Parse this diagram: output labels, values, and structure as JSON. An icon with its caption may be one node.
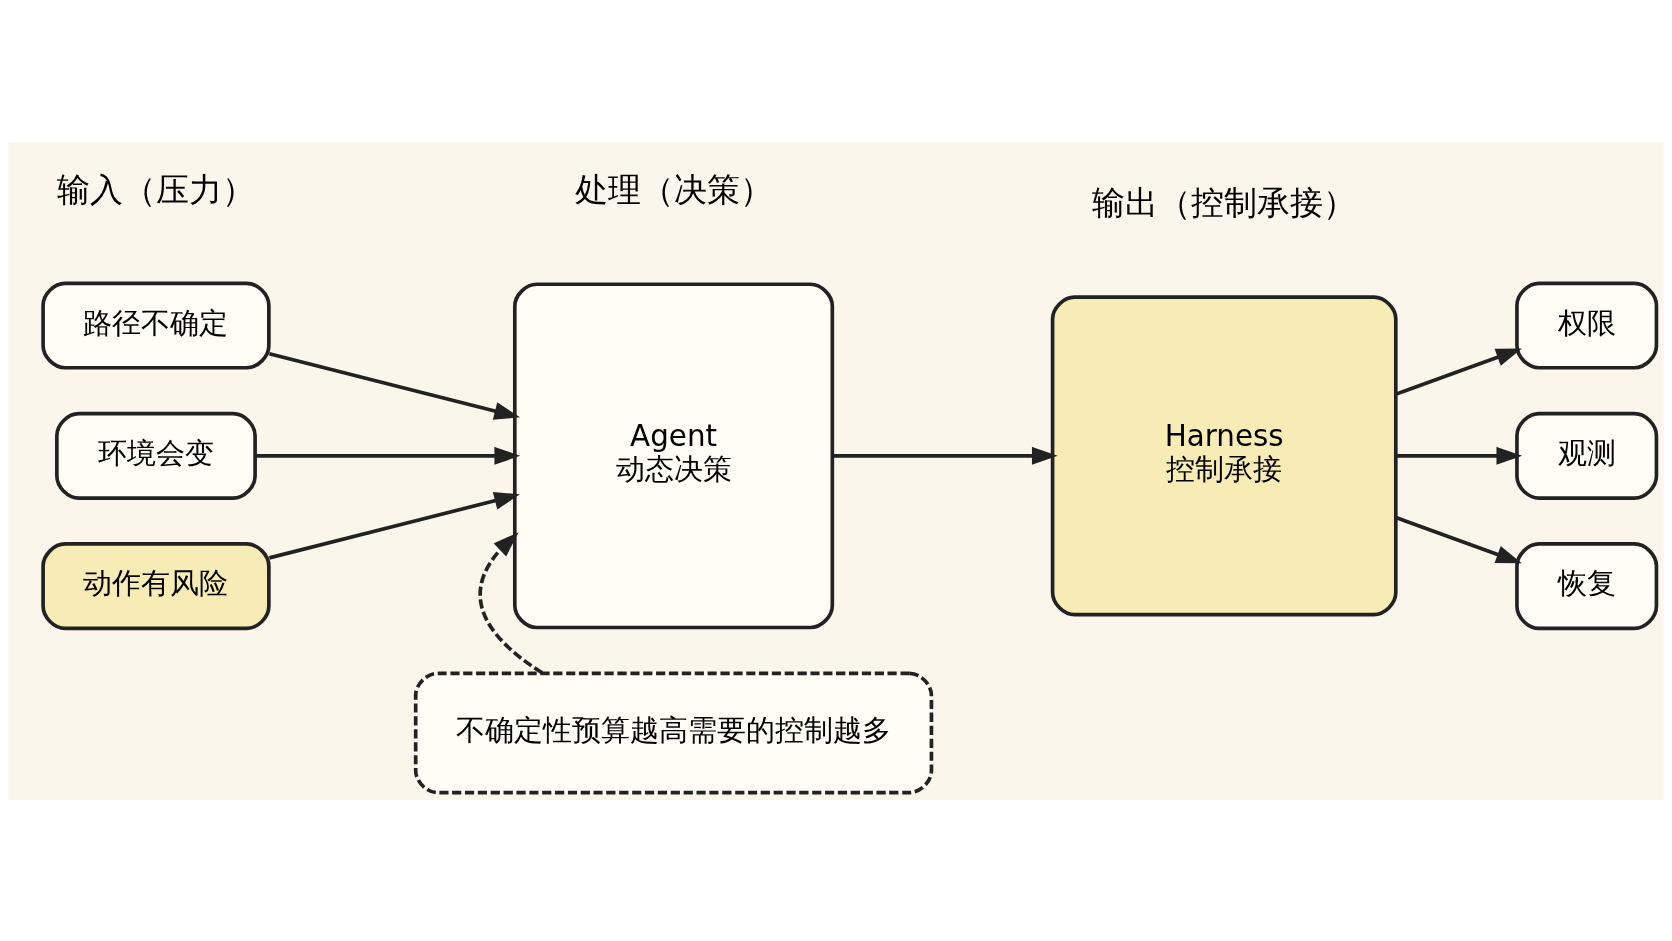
{
  "diagram": {
    "nodes": [
      {
        "text": [
          "路径不确定"
        ]
      },
      {
        "text": [
          "环境会变"
        ]
      },
      {
        "text": [
          "动作有风险"
        ]
      },
      {
        "text": [
          "Agent",
          "动态决策"
        ]
      },
      {
        "text": [
          "Harness",
          "控制承接"
        ]
      },
      {
        "text": [
          "权限"
        ]
      },
      {
        "text": [
          "观测"
        ]
      },
      {
        "text": [
          "恢复"
        ]
      },
      {
        "text": [
          "不确定性预算越高需要的控制越多"
        ]
      }
    ],
    "edges": [
      {
        "from": 0,
        "to": 3,
        "arrow": "to"
      },
      {
        "from": 1,
        "to": 3,
        "arrow": "to"
      },
      {
        "from": 2,
        "to": 3,
        "arrow": "to"
      },
      {
        "from": 3,
        "to": 4,
        "arrow": "to"
      },
      {
        "from": 4,
        "to": 5,
        "arrow": "to"
      },
      {
        "from": 4,
        "to": 6,
        "arrow": "to"
      },
      {
        "from": 4,
        "to": 7,
        "arrow": "to"
      },
      {
        "from": 8,
        "to": 3,
        "arrow": "to",
        "style": "dashed"
      }
    ],
    "labels": [
      "输入（压力）",
      "处理（决策）",
      "输出（控制承接）"
    ]
  }
}
